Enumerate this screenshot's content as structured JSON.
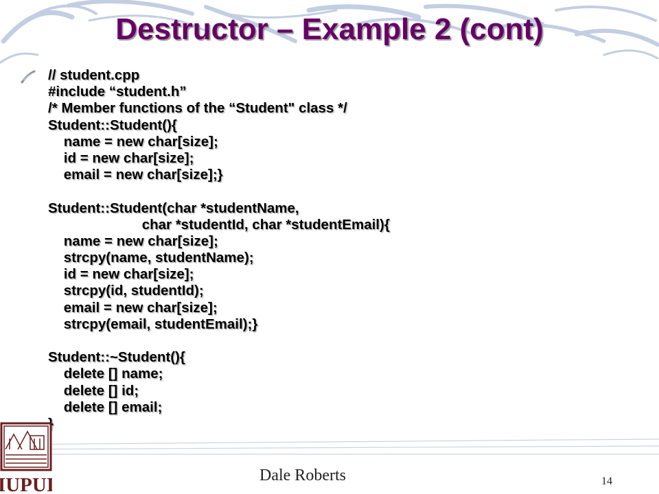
{
  "slide": {
    "title": "Destructor – Example 2 (cont)",
    "code_lines": [
      "// student.cpp",
      "#include “student.h”",
      "/* Member functions of the “Student\" class */",
      "Student::Student(){",
      "    name = new char[size];",
      "    id = new char[size];",
      "    email = new char[size];}",
      "",
      "Student::Student(char *studentName,",
      "                        char *studentId, char *studentEmail){",
      "    name = new char[size];",
      "    strcpy(name, studentName);",
      "    id = new char[size];",
      "    strcpy(id, studentId);",
      "    email = new char[size];",
      "    strcpy(email, studentEmail);}",
      "",
      "Student::~Student(){",
      "    delete [] name;",
      "    delete [] id;",
      "    delete [] email;",
      "}"
    ]
  },
  "footer": {
    "author": "Dale Roberts",
    "page_number": "14",
    "logo_text": "IUPUI"
  },
  "colors": {
    "title": "#660066",
    "swoosh": "#b8c6de",
    "text": "#000000"
  },
  "icons": {
    "bullet": "quill-bullet-icon",
    "logo": "iupui-logo-icon"
  }
}
